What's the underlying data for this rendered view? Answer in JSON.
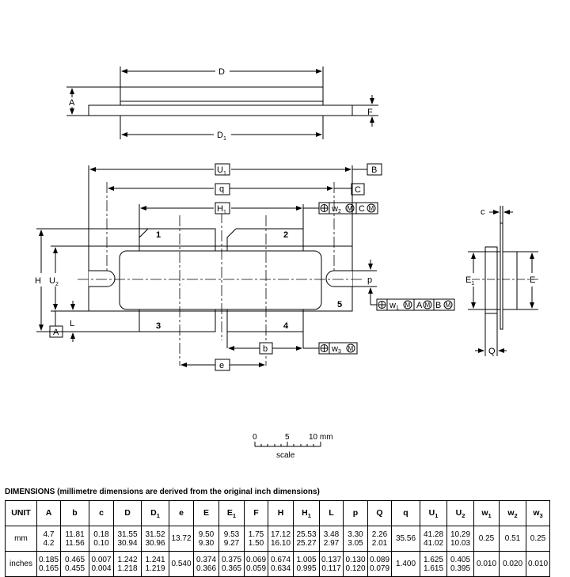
{
  "side_view": {
    "dim_top": "D",
    "dim_bottom": "D",
    "dim_bottom_sub": "1",
    "dim_left": "A",
    "dim_right": "F"
  },
  "top_view": {
    "dim_U": "U",
    "dim_U_sub": "1",
    "dim_q": "q",
    "dim_H1": "H",
    "dim_H1_sub": "1",
    "dim_H": "H",
    "dim_U2": "U",
    "dim_U2_sub": "2",
    "dim_L": "L",
    "dim_b": "b",
    "dim_e": "e",
    "dim_p": "p",
    "pins": [
      "1",
      "2",
      "3",
      "4",
      "5"
    ],
    "datum_B": "B",
    "datum_C": "C",
    "datum_A": "A",
    "fcf_w2": [
      "w",
      "2",
      "M",
      "C",
      "M"
    ],
    "fcf_w1": [
      "w",
      "1",
      "M",
      "A",
      "M",
      "B",
      "M"
    ],
    "fcf_w3": [
      "w",
      "3",
      "M"
    ]
  },
  "end_view": {
    "dim_c": "c",
    "dim_E1": "E",
    "dim_E1_sub": "1",
    "dim_E": "E",
    "dim_Q": "Q"
  },
  "scale": {
    "labels": [
      "0",
      "5",
      "10 mm"
    ],
    "caption": "scale"
  },
  "dimensions_table": {
    "title": "DIMENSIONS (millimetre dimensions are derived from the original inch dimensions)",
    "headers": [
      {
        "t": "UNIT",
        "s": ""
      },
      {
        "t": "A",
        "s": ""
      },
      {
        "t": "b",
        "s": ""
      },
      {
        "t": "c",
        "s": ""
      },
      {
        "t": "D",
        "s": ""
      },
      {
        "t": "D",
        "s": "1"
      },
      {
        "t": "e",
        "s": ""
      },
      {
        "t": "E",
        "s": ""
      },
      {
        "t": "E",
        "s": "1"
      },
      {
        "t": "F",
        "s": ""
      },
      {
        "t": "H",
        "s": ""
      },
      {
        "t": "H",
        "s": "1"
      },
      {
        "t": "L",
        "s": ""
      },
      {
        "t": "p",
        "s": ""
      },
      {
        "t": "Q",
        "s": ""
      },
      {
        "t": "q",
        "s": ""
      },
      {
        "t": "U",
        "s": "1"
      },
      {
        "t": "U",
        "s": "2"
      },
      {
        "t": "w",
        "s": "1"
      },
      {
        "t": "w",
        "s": "2"
      },
      {
        "t": "w",
        "s": "3"
      }
    ],
    "rows": [
      {
        "unit": "mm",
        "cells": [
          [
            "4.7",
            "4.2"
          ],
          [
            "11.81",
            "11.56"
          ],
          [
            "0.18",
            "0.10"
          ],
          [
            "31.55",
            "30.94"
          ],
          [
            "31.52",
            "30.96"
          ],
          [
            "13.72"
          ],
          [
            "9.50",
            "9.30"
          ],
          [
            "9.53",
            "9.27"
          ],
          [
            "1.75",
            "1.50"
          ],
          [
            "17.12",
            "16.10"
          ],
          [
            "25.53",
            "25.27"
          ],
          [
            "3.48",
            "2.97"
          ],
          [
            "3.30",
            "3.05"
          ],
          [
            "2.26",
            "2.01"
          ],
          [
            "35.56"
          ],
          [
            "41.28",
            "41.02"
          ],
          [
            "10.29",
            "10.03"
          ],
          [
            "0.25"
          ],
          [
            "0.51"
          ],
          [
            "0.25"
          ]
        ]
      },
      {
        "unit": "inches",
        "cells": [
          [
            "0.185",
            "0.165"
          ],
          [
            "0.465",
            "0.455"
          ],
          [
            "0.007",
            "0.004"
          ],
          [
            "1.242",
            "1.218"
          ],
          [
            "1.241",
            "1.219"
          ],
          [
            "0.540"
          ],
          [
            "0.374",
            "0.366"
          ],
          [
            "0.375",
            "0.365"
          ],
          [
            "0.069",
            "0.059"
          ],
          [
            "0.674",
            "0.634"
          ],
          [
            "1.005",
            "0.995"
          ],
          [
            "0.137",
            "0.117"
          ],
          [
            "0.130",
            "0.120"
          ],
          [
            "0.089",
            "0.079"
          ],
          [
            "1.400"
          ],
          [
            "1.625",
            "1.615"
          ],
          [
            "0.405",
            "0.395"
          ],
          [
            "0.010"
          ],
          [
            "0.020"
          ],
          [
            "0.010"
          ]
        ]
      }
    ]
  }
}
